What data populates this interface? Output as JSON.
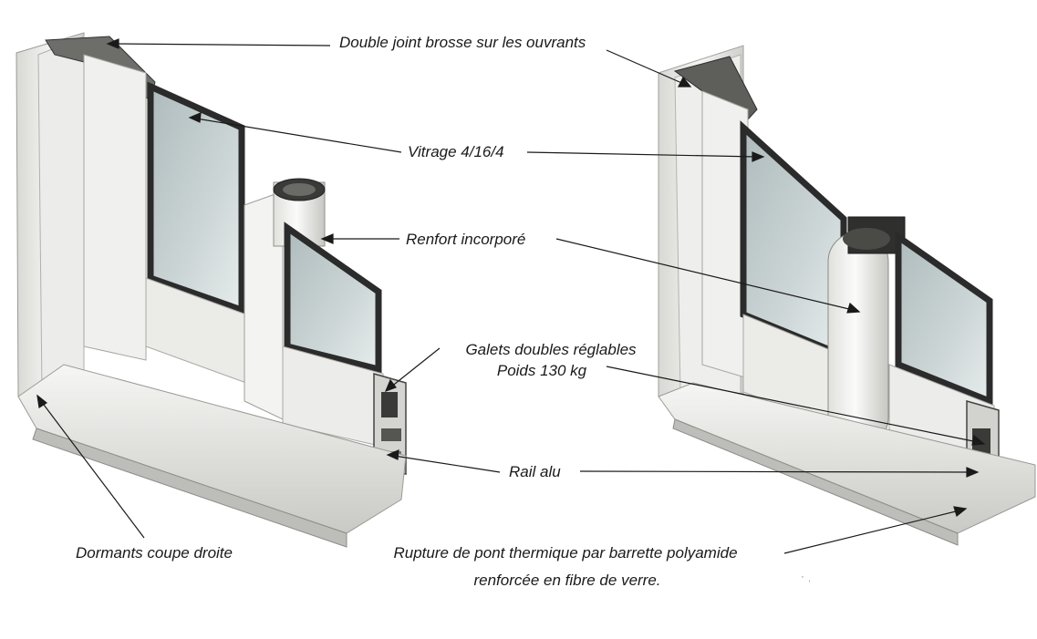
{
  "labels": {
    "double_joint": "Double joint brosse sur les ouvrants",
    "vitrage": "Vitrage 4/16/4",
    "renfort": "Renfort incorporé",
    "galets_line1": "Galets doubles réglables",
    "galets_line2": "Poids 130 kg",
    "rail": "Rail alu",
    "dormants": "Dormants coupe droite",
    "rupture_line1": "Rupture de pont thermique par barrette polyamide",
    "rupture_line2": "renforcée en fibre de verre."
  },
  "colors": {
    "frame_light": "#f2f2f0",
    "frame_mid": "#dcdcd8",
    "frame_shadow": "#b8b8b4",
    "glass": "#c9d3d4",
    "glass_dark": "#9fb0b2",
    "seal": "#2b2b2b",
    "leader": "#1a1a1a"
  }
}
